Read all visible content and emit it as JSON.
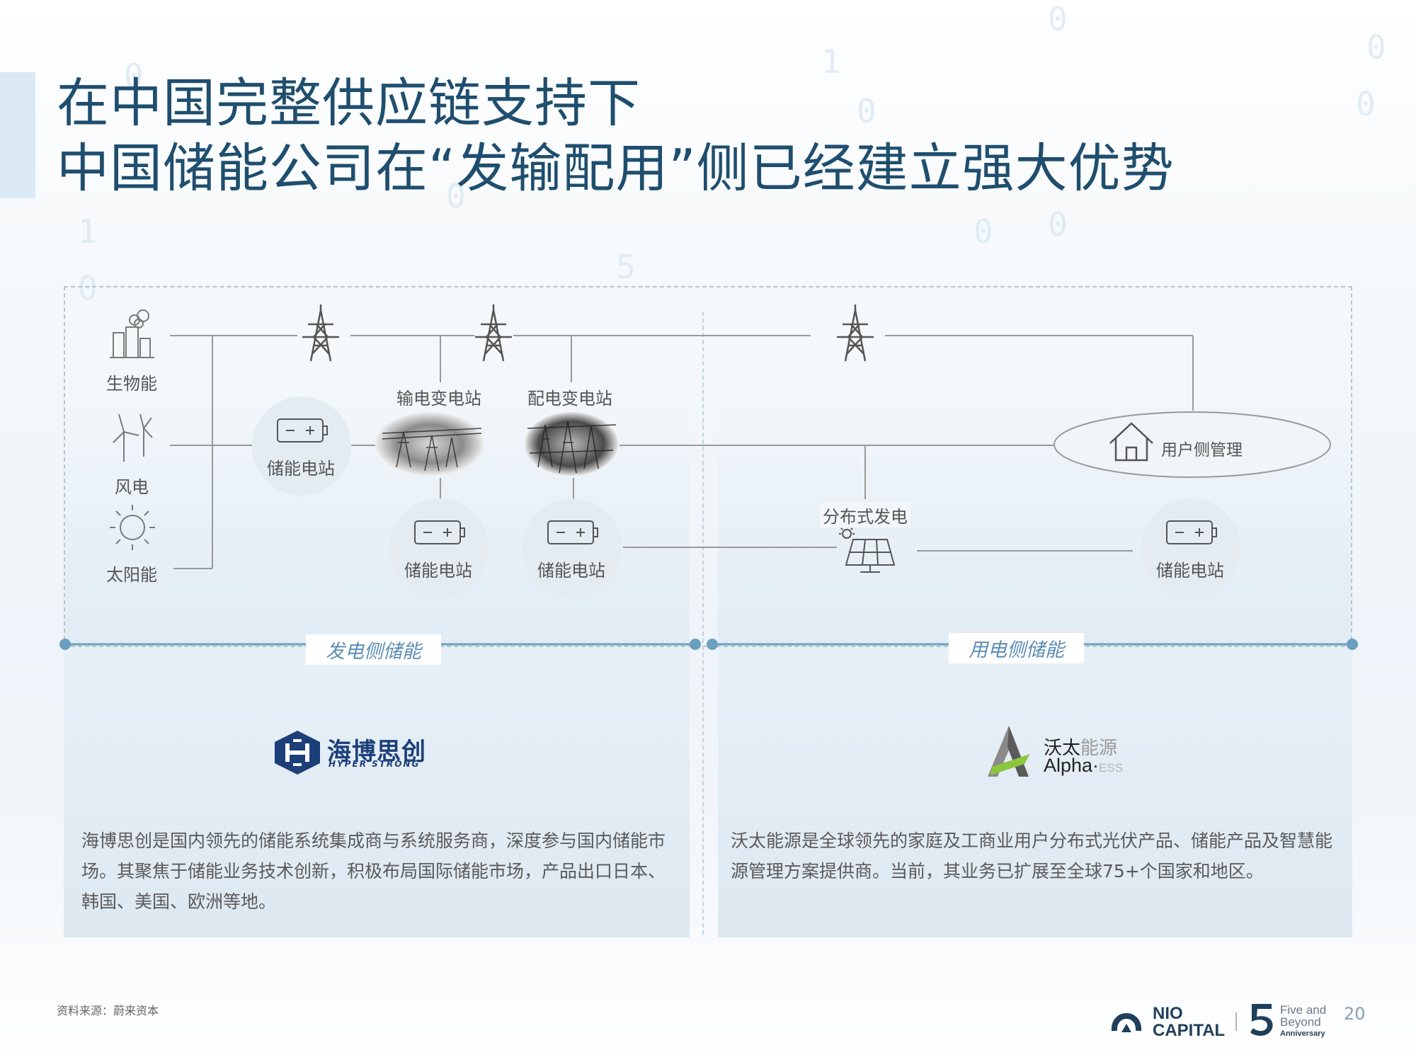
{
  "title": {
    "line1": "在中国完整供应链支持下",
    "line2": "中国储能公司在“发输配用”侧已经建立强大优势"
  },
  "diagram": {
    "sources": {
      "biomass": "生物能",
      "wind": "风电",
      "solar": "太阳能"
    },
    "stations": {
      "transmission_substation": "输电变电站",
      "distribution_substation": "配电变电站",
      "storage_station": "储能电站",
      "distributed_generation": "分布式发电",
      "user_side_management": "用户侧管理"
    },
    "sections": {
      "generation_side": "发电侧储能",
      "consumption_side": "用电侧储能"
    }
  },
  "companies": {
    "left": {
      "logo_cn": "海博思创",
      "logo_en": "HYPER STRONG",
      "description": "海博思创是国内领先的储能系统集成商与系统服务商，深度参与国内储能市场。其聚焦于储能业务技术创新，积极布局国际储能市场，产品出口日本、韩国、美国、欧洲等地。"
    },
    "right": {
      "logo_cn_main": "沃太",
      "logo_cn_sub": "能源",
      "logo_en_main": "Alpha·",
      "logo_en_sub": "ESS",
      "description": "沃太能源是全球领先的家庭及工商业用户分布式光伏产品、储能产品及智慧能源管理方案提供商。当前，其业务已扩展至全球75+个国家和地区。"
    }
  },
  "footer": {
    "source": "资料来源：蔚来资本",
    "brand_line1": "NIO",
    "brand_line2": "CAPITAL",
    "five_line1": "Five and",
    "five_line2": "Beyond",
    "five_line3": "Anniversary",
    "page_number": "20"
  },
  "colors": {
    "title": "#1f4e6e",
    "accent_line": "#6a9fc0",
    "section_label": "#5b8db5",
    "brand_dark": "#1f3f5a",
    "hyper_strong_blue": "#1c3f7a"
  }
}
